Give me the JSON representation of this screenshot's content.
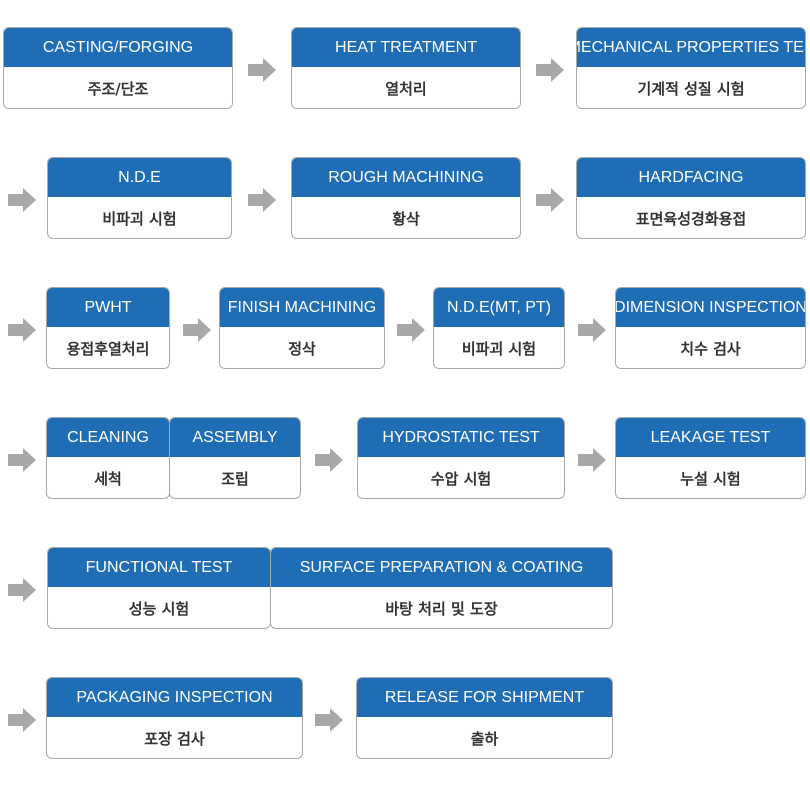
{
  "colors": {
    "header": "#1f6db5",
    "arrow": "#a8a8a8"
  },
  "steps": [
    {
      "en": "CASTING/FORGING",
      "ko": "주조/단조"
    },
    {
      "en": "HEAT TREATMENT",
      "ko": "열처리"
    },
    {
      "en": "MECHANICAL PROPERTIES TES",
      "ko": "기계적 성질 시험"
    },
    {
      "en": "N.D.E",
      "ko": "비파괴 시험"
    },
    {
      "en": "ROUGH MACHINING",
      "ko": "황삭"
    },
    {
      "en": "HARDFACING",
      "ko": "표면육성경화용접"
    },
    {
      "en": "PWHT",
      "ko": "용접후열처리"
    },
    {
      "en": "FINISH MACHINING",
      "ko": "정삭"
    },
    {
      "en": "N.D.E(MT, PT)",
      "ko": "비파괴 시험"
    },
    {
      "en": "DIMENSION INSPECTION",
      "ko": "치수 검사"
    },
    {
      "en": "CLEANING",
      "ko": "세척"
    },
    {
      "en": "ASSEMBLY",
      "ko": "조립"
    },
    {
      "en": "HYDROSTATIC TEST",
      "ko": "수압 시험"
    },
    {
      "en": "LEAKAGE TEST",
      "ko": "누설 시험"
    },
    {
      "en": "FUNCTIONAL TEST",
      "ko": "성능 시험"
    },
    {
      "en": "SURFACE PREPARATION & COATING",
      "ko": "바탕 처리 및 도장"
    },
    {
      "en": "PACKAGING INSPECTION",
      "ko": "포장 검사"
    },
    {
      "en": "RELEASE FOR SHIPMENT",
      "ko": "출하"
    }
  ]
}
